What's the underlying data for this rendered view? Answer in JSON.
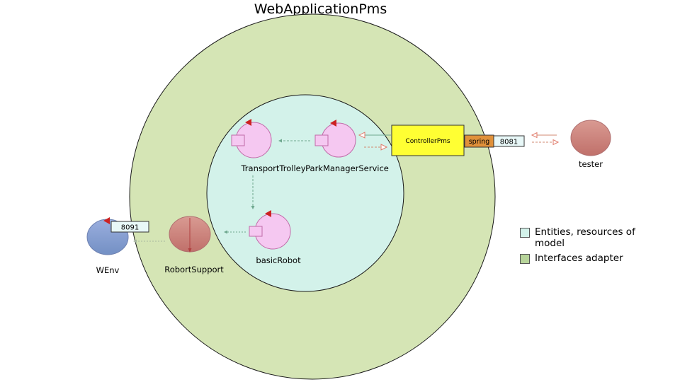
{
  "diagram": {
    "title": "WebApplicationPms",
    "components": {
      "transport_trolley": "TransportTrolley",
      "park_manager_service": "ParkManagerService",
      "basic_robot": "basicRobot",
      "controller": "ControllerPms",
      "spring": "spring",
      "port_controller": "8081",
      "tester": "tester",
      "robort_support": "RobortSupport",
      "wenv": "WEnv",
      "port_wenv": "8091"
    },
    "legend": {
      "entities_label": "Entities, resources of model",
      "adapter_label": "Interfaces adapter"
    },
    "colors": {
      "outer_ring": "#d5e5b5",
      "inner_core": "#d3f2ea",
      "actor": "#f5c8f1",
      "controller": "#ffff33",
      "spring": "#e0913a",
      "port": "#e8f8f8",
      "external": "#cf8480",
      "wenv": "#7f99cc",
      "marker": "#cc2222"
    }
  }
}
